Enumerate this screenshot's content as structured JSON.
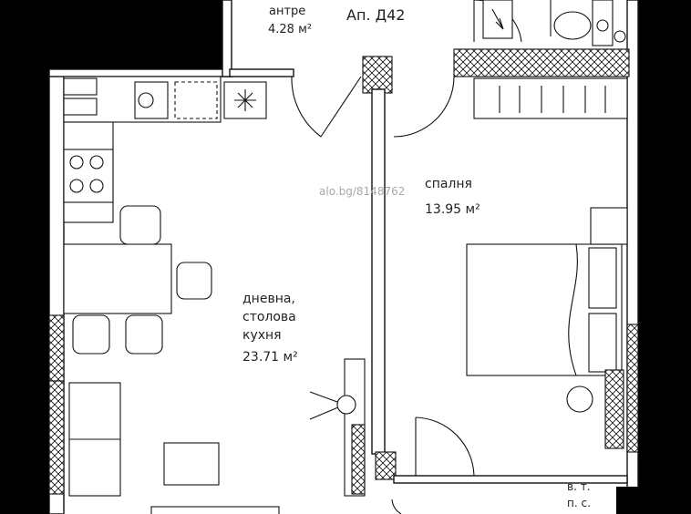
{
  "plan": {
    "apartment_label": "Ап.  Д42",
    "watermark": "alo.bg/8148762",
    "rooms": {
      "entrance": {
        "name": "антре",
        "area": "4.28  м²"
      },
      "bedroom": {
        "name": "спалня",
        "area": "13.95  м²"
      },
      "living": {
        "name_line1": "дневна,",
        "name_line2": "столова",
        "name_line3": "кухня",
        "area": "23.71  м²"
      }
    },
    "small_label_1": "в. т.",
    "small_label_2": "п. с."
  }
}
